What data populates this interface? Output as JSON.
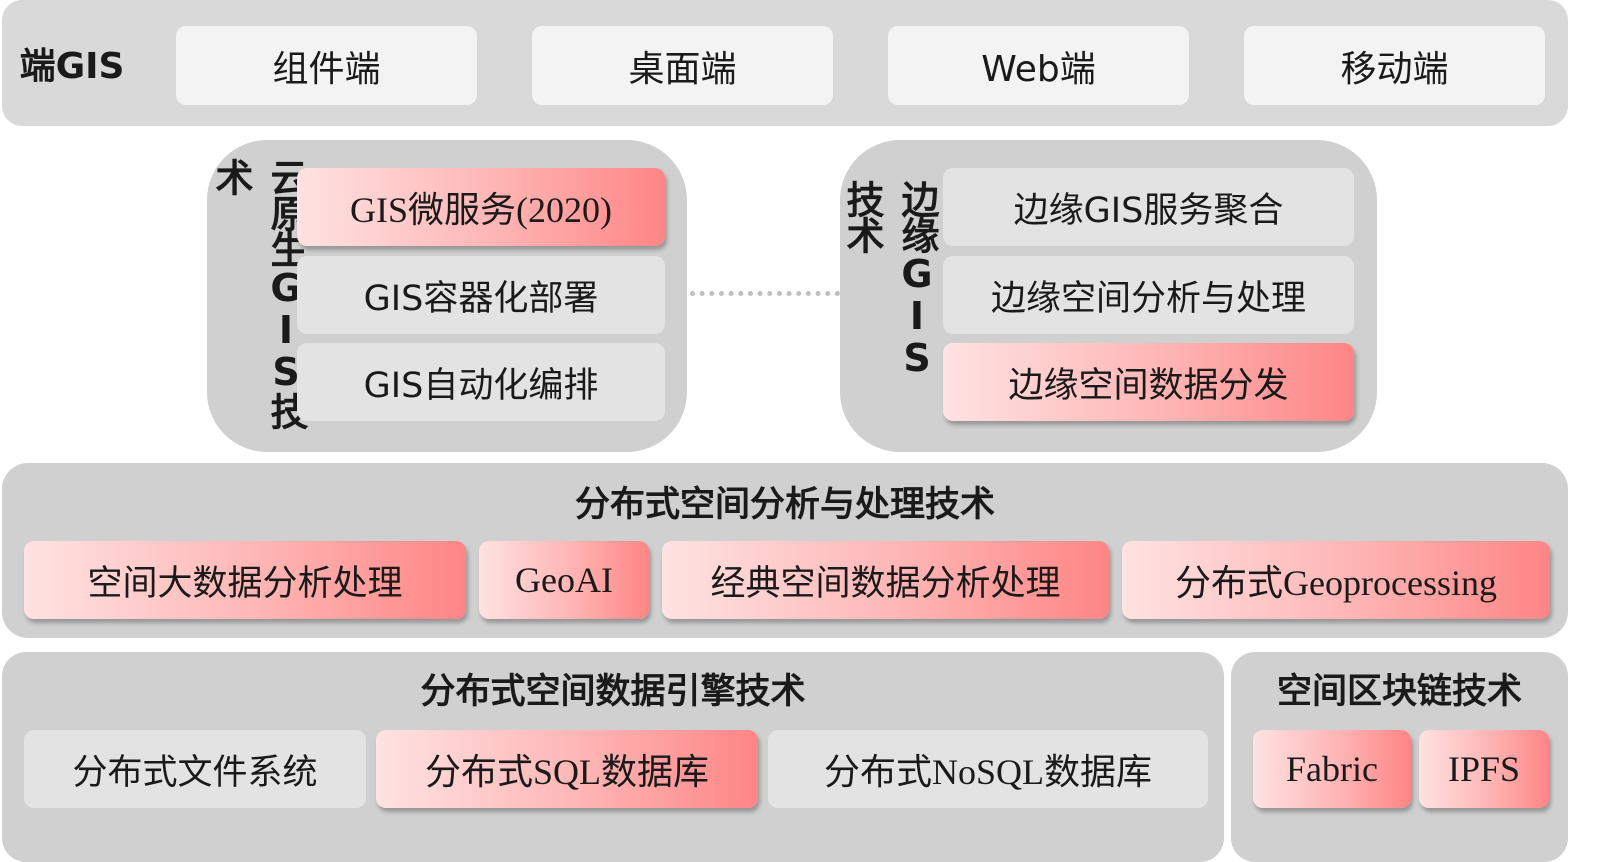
{
  "clients": {
    "title": "端GIS",
    "items": [
      "组件端",
      "桌面端",
      "Web端",
      "移动端"
    ]
  },
  "cloud_native": {
    "title": "云原生GIS技术",
    "items": [
      "GIS微服务(2020)",
      "GIS容器化部署",
      "GIS自动化编排"
    ]
  },
  "edge": {
    "title": "边缘GIS技术",
    "items": [
      "边缘GIS服务聚合",
      "边缘空间分析与处理",
      "边缘空间数据分发"
    ]
  },
  "distributed_analysis": {
    "title": "分布式空间分析与处理技术",
    "items": [
      "空间大数据分析处理",
      "GeoAI",
      "经典空间数据分析处理",
      "分布式Geoprocessing"
    ]
  },
  "distributed_engine": {
    "title": "分布式空间数据引擎技术",
    "items": [
      "分布式文件系统",
      "分布式SQL数据库",
      "分布式NoSQL数据库"
    ]
  },
  "blockchain": {
    "title": "空间区块链技术",
    "items": [
      "Fabric",
      "IPFS"
    ]
  },
  "colors": {
    "panel": "#d0d0d0",
    "box": "#e3e3e3",
    "highlight_start": "#ffe2e2",
    "highlight_end": "#ff8585"
  }
}
